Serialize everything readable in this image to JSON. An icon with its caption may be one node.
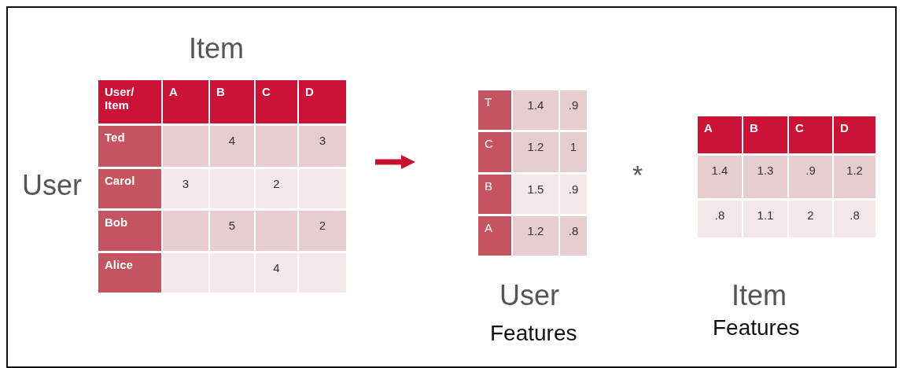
{
  "diagram": {
    "labels": [
      "Item",
      "User",
      "User/ Item",
      "A",
      "B",
      "C",
      "D",
      "Ted",
      "4",
      "3",
      "Carol",
      "3",
      "2",
      "Bob",
      "5",
      "2",
      "Alice",
      "4",
      "T",
      "1.4",
      ".9",
      "C",
      "1.2",
      "1",
      "B",
      "1.5",
      ".9",
      "A",
      "1.2",
      ".8",
      "*",
      "A",
      "B",
      "C",
      "D",
      "1.4",
      "1.3",
      ".9",
      "1.2",
      ".8",
      "1.1",
      "2",
      ".8",
      "User",
      "Features",
      "Item",
      "Features"
    ]
  }
}
